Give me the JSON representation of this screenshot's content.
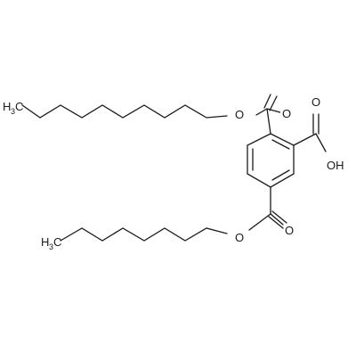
{
  "molecule": {
    "atoms": {
      "ch3_top": {
        "main": "H",
        "sub": "3",
        "end": "C"
      },
      "ch3_bottom": {
        "main": "H",
        "sub": "3",
        "end": "C"
      },
      "o_top_ester": "O",
      "o_top_carbonyl": "O",
      "o_bottom_ester": "O",
      "o_bottom_carbonyl": "O",
      "o_acid_carbonyl": "O",
      "acid_group": "OH"
    }
  }
}
